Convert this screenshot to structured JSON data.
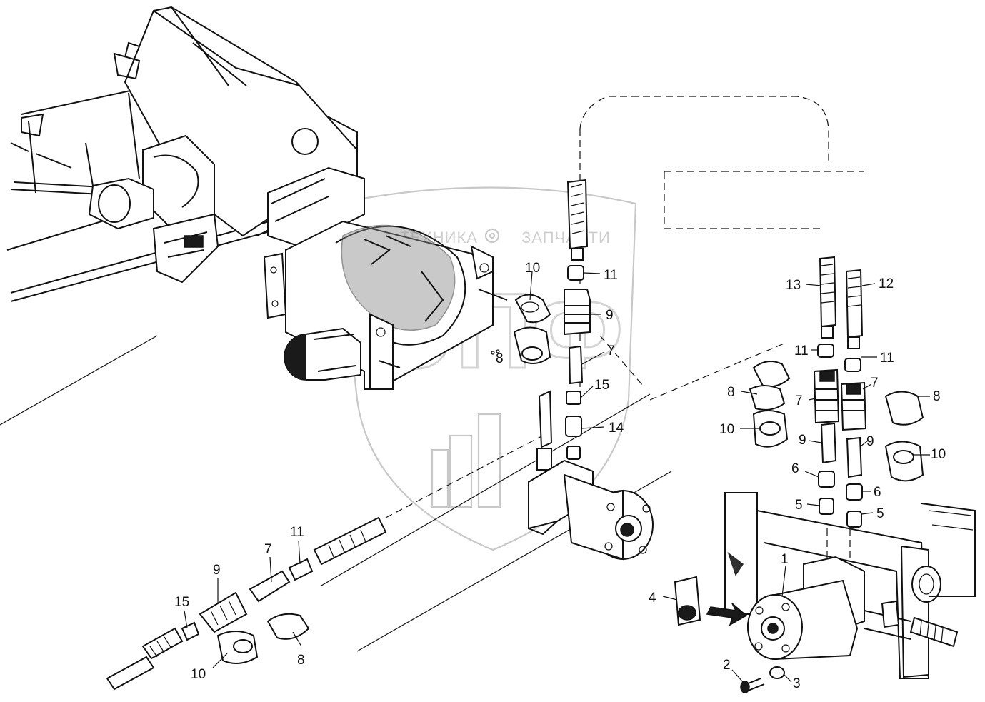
{
  "watermark": {
    "left_word": "ТЕХНИКА",
    "right_word": "ЗАПЧАСТИ",
    "monogram": "ЭПФ"
  },
  "callouts": {
    "top_assembly": [
      "10",
      "11",
      "9",
      "8",
      "7",
      "15",
      "14"
    ],
    "right_assembly": [
      "13",
      "12",
      "11",
      "11",
      "8",
      "7",
      "7",
      "8",
      "10",
      "9",
      "9",
      "10",
      "6",
      "6",
      "5",
      "5",
      "1",
      "4",
      "2",
      "3"
    ],
    "bottom_assembly": [
      "11",
      "7",
      "9",
      "15",
      "10",
      "8"
    ]
  }
}
